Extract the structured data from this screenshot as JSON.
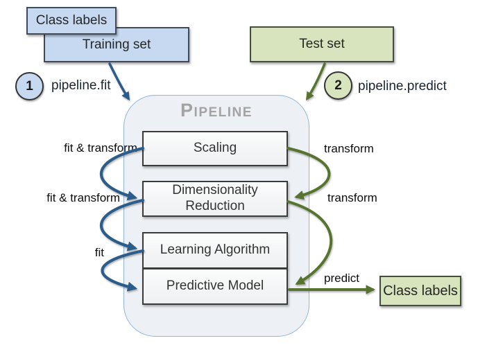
{
  "colors": {
    "blue-box-fill": "#c6d9f0",
    "blue-box-border": "#3e4a5a",
    "green-box-fill": "#d8e4bd",
    "green-box-border": "#454d3f",
    "pipeline-fill": "#edf0f4",
    "pipeline-border": "#90b4d8",
    "stage-border": "#3a3a3a",
    "title-gray": "#a3a3a3",
    "arrow-blue": "#2b5c8a",
    "arrow-green": "#567430"
  },
  "diagram": {
    "training": {
      "class_labels": "Class labels",
      "training_set": "Training set",
      "step_number": "1",
      "step_method": "pipeline.fit"
    },
    "testing": {
      "test_set": "Test set",
      "step_number": "2",
      "step_method": "pipeline.predict"
    },
    "pipeline": {
      "title": "Pipeline",
      "stages": [
        "Scaling",
        "Dimensionality Reduction",
        "Learning Algorithm",
        "Predictive Model"
      ]
    },
    "fit_labels": [
      "fit & transform",
      "fit & transform",
      "fit"
    ],
    "predict_labels": [
      "transform",
      "transform",
      "predict"
    ],
    "output": {
      "class_labels": "Class labels"
    }
  }
}
